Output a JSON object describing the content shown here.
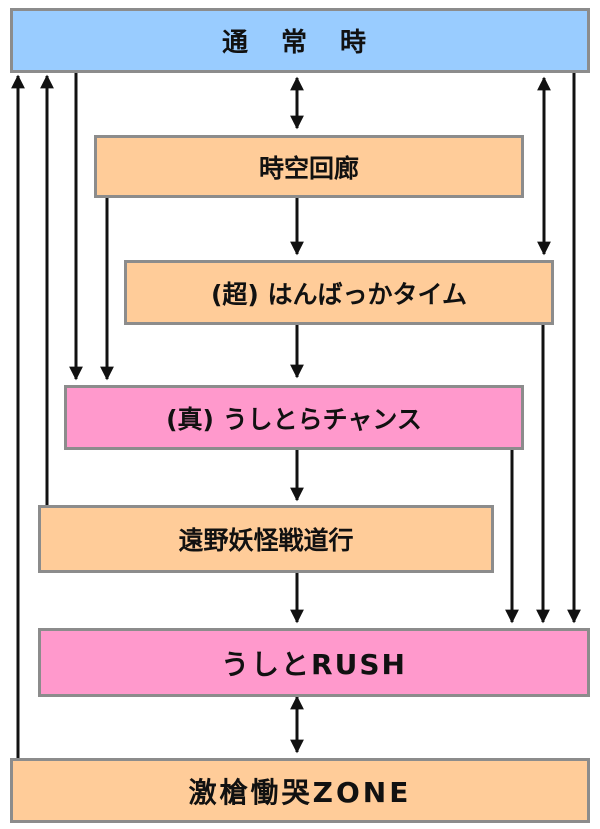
{
  "colors": {
    "blue": "#99ccff",
    "orange": "#ffcc99",
    "pink": "#ff99cc",
    "border": "#8c8c8c",
    "arrow": "#111111"
  },
  "nodes": {
    "normal": "通 常 時",
    "jikukairo": "時空回廊",
    "hanbakka": "(超) はんばっかタイム",
    "chance": "(真) うしとらチャンス",
    "tono": "遠野妖怪戦道行",
    "rush": "うしとRUSH",
    "zone": "激槍慟哭ZONE"
  }
}
